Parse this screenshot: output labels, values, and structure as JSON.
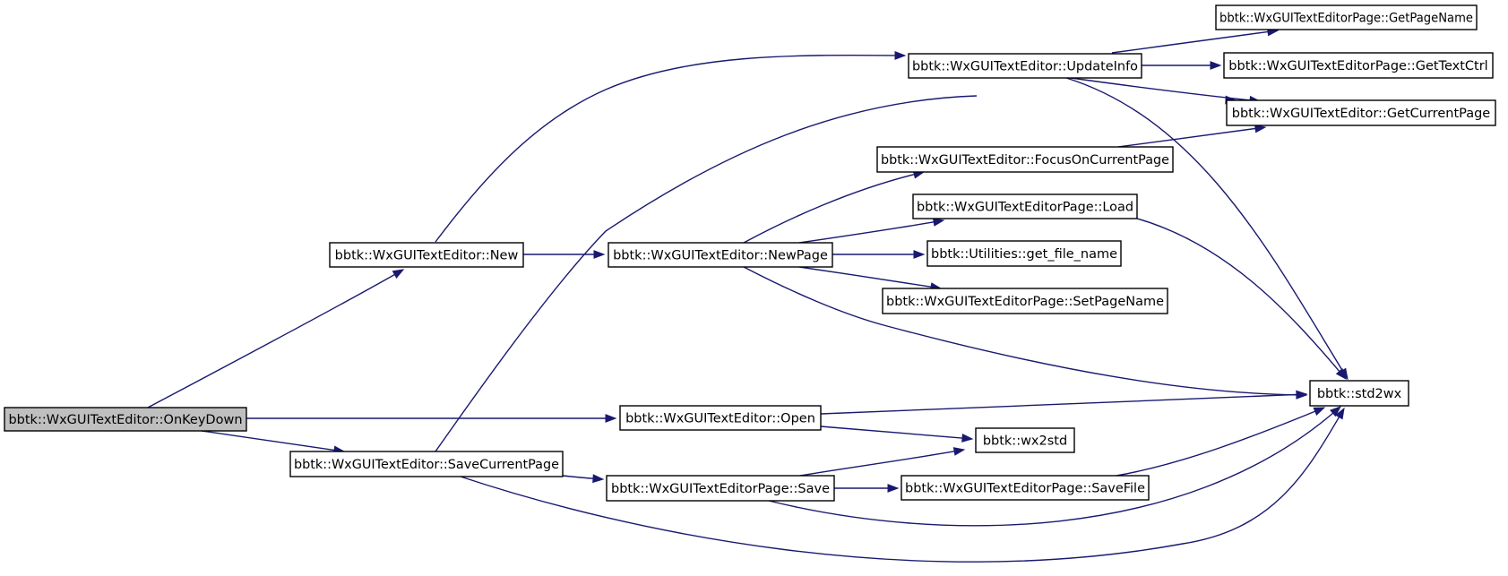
{
  "diagram": {
    "nodes": [
      {
        "id": "onkeydown",
        "label": "bbtk::WxGUITextEditor::OnKeyDown",
        "highlighted": true
      },
      {
        "id": "new",
        "label": "bbtk::WxGUITextEditor::New"
      },
      {
        "id": "savecurrentpage",
        "label": "bbtk::WxGUITextEditor::SaveCurrentPage"
      },
      {
        "id": "updateinfo",
        "label": "bbtk::WxGUITextEditor::UpdateInfo"
      },
      {
        "id": "newpage",
        "label": "bbtk::WxGUITextEditor::NewPage"
      },
      {
        "id": "open",
        "label": "bbtk::WxGUITextEditor::Open"
      },
      {
        "id": "pagesave",
        "label": "bbtk::WxGUITextEditorPage::Save"
      },
      {
        "id": "getpagename",
        "label": "bbtk::WxGUITextEditorPage::GetPageName"
      },
      {
        "id": "gettextctrl",
        "label": "bbtk::WxGUITextEditorPage::GetTextCtrl"
      },
      {
        "id": "getcurrentpage",
        "label": "bbtk::WxGUITextEditor::GetCurrentPage"
      },
      {
        "id": "focusoncurrentpage",
        "label": "bbtk::WxGUITextEditor::FocusOnCurrentPage"
      },
      {
        "id": "pageload",
        "label": "bbtk::WxGUITextEditorPage::Load"
      },
      {
        "id": "getfilename",
        "label": "bbtk::Utilities::get_file_name"
      },
      {
        "id": "setpagename",
        "label": "bbtk::WxGUITextEditorPage::SetPageName"
      },
      {
        "id": "std2wx",
        "label": "bbtk::std2wx"
      },
      {
        "id": "wx2std",
        "label": "bbtk::wx2std"
      },
      {
        "id": "savefile",
        "label": "bbtk::WxGUITextEditorPage::SaveFile"
      }
    ],
    "edges": [
      {
        "from": "onkeydown",
        "to": "new"
      },
      {
        "from": "onkeydown",
        "to": "open"
      },
      {
        "from": "onkeydown",
        "to": "savecurrentpage"
      },
      {
        "from": "new",
        "to": "updateinfo"
      },
      {
        "from": "new",
        "to": "newpage"
      },
      {
        "from": "savecurrentpage",
        "to": "getcurrentpage"
      },
      {
        "from": "savecurrentpage",
        "to": "pagesave"
      },
      {
        "from": "savecurrentpage",
        "to": "std2wx"
      },
      {
        "from": "updateinfo",
        "to": "getpagename"
      },
      {
        "from": "updateinfo",
        "to": "gettextctrl"
      },
      {
        "from": "updateinfo",
        "to": "getcurrentpage"
      },
      {
        "from": "updateinfo",
        "to": "std2wx"
      },
      {
        "from": "newpage",
        "to": "focusoncurrentpage"
      },
      {
        "from": "newpage",
        "to": "pageload"
      },
      {
        "from": "newpage",
        "to": "getfilename"
      },
      {
        "from": "newpage",
        "to": "setpagename"
      },
      {
        "from": "newpage",
        "to": "std2wx"
      },
      {
        "from": "focusoncurrentpage",
        "to": "getcurrentpage"
      },
      {
        "from": "pageload",
        "to": "std2wx"
      },
      {
        "from": "open",
        "to": "std2wx"
      },
      {
        "from": "open",
        "to": "wx2std"
      },
      {
        "from": "pagesave",
        "to": "wx2std"
      },
      {
        "from": "pagesave",
        "to": "savefile"
      },
      {
        "from": "pagesave",
        "to": "std2wx"
      },
      {
        "from": "savefile",
        "to": "std2wx"
      }
    ],
    "colors": {
      "edge": "#191970",
      "node_fill": "#ffffff",
      "node_highlight_fill": "#bfbfbf",
      "node_border": "#000000"
    }
  }
}
